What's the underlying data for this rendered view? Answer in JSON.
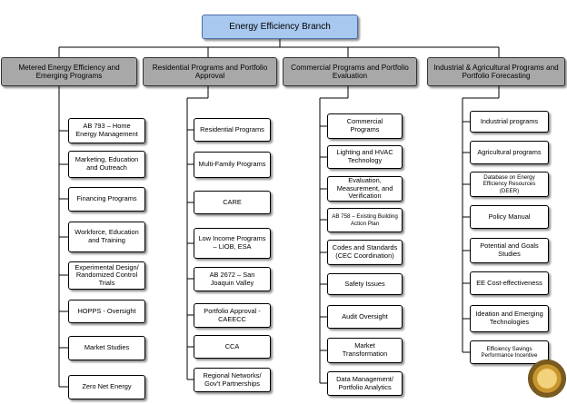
{
  "root": {
    "label": "Energy Efficiency Branch"
  },
  "departments": [
    {
      "label": "Metered Energy Efficiency and Emerging Programs",
      "items": [
        "AB 793 – Home Energy Management",
        "Marketing, Education and Outreach",
        "Financing Programs",
        "Workforce, Education and Training",
        "Experimental Design/ Randomized Control Trials",
        "HOPPS - Oversight",
        "Market Studies",
        "Zero Net Energy"
      ]
    },
    {
      "label": "Residential Programs and Portfolio Approval",
      "items": [
        "Residential Programs",
        "Multi-Family Programs",
        "CARE",
        "Low Income Programs – LIOB, ESA",
        "AB 2672 – San Joaquin Valley",
        "Portfolio Approval - CAEECC",
        "CCA",
        "Regional Networks/ Gov’t Partnerships"
      ]
    },
    {
      "label": "Commercial Programs and Portfolio Evaluation",
      "items": [
        "Commercial Programs",
        "Lighting and HVAC Technology",
        "Evaluation, Measurement, and Verification",
        "AB 758 – Existing Building Action Plan",
        "Codes and Standards (CEC Coordination)",
        "Safety Issues",
        "Audit Oversight",
        "Market Transformation",
        "Data Management/ Portfolio Analytics"
      ]
    },
    {
      "label": "Industrial & Agricultural Programs and Portfolio Forecasting",
      "items": [
        "Industrial programs",
        "Agricultural programs",
        "Database on Energy Efficiency Resources (DEER)",
        "Policy Manual",
        "Potential and Goals Studies",
        "EE Cost-effectiveness",
        "Ideation and Emerging Technologies",
        "Efficiency Savings Performance Incentive"
      ]
    }
  ],
  "colors": {
    "root_fill": "#a8c8f0",
    "department_fill": "#a8a8a8",
    "item_fill": "#ffffff",
    "line": "#000000"
  }
}
